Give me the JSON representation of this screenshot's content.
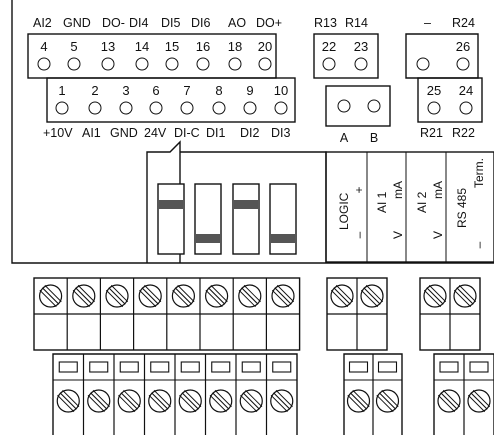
{
  "top_header_left": {
    "signal_labels": [
      "AI2",
      "GND",
      "DO-",
      "DI4",
      "DI5",
      "DI6",
      "AO",
      "DO+"
    ],
    "terminal_numbers": [
      "4",
      "5",
      "13",
      "14",
      "15",
      "16",
      "18",
      "20"
    ]
  },
  "top_header_relay_left": {
    "signal_labels": [
      "R13",
      "R14"
    ],
    "terminal_numbers": [
      "22",
      "23"
    ]
  },
  "top_header_relay_right": {
    "signal_labels": [
      "–",
      "R24"
    ],
    "terminal_numbers": [
      "26"
    ]
  },
  "lower_header_left": {
    "terminal_numbers": [
      "1",
      "2",
      "3",
      "6",
      "7",
      "8",
      "9",
      "10"
    ],
    "signal_labels": [
      "+10V",
      "AI1",
      "GND",
      "24V",
      "DI-C",
      "DI1",
      "DI2",
      "DI3"
    ]
  },
  "rs485_header": {
    "signal_labels": [
      "A",
      "B"
    ]
  },
  "relay_lower_header": {
    "terminal_numbers": [
      "25",
      "24"
    ],
    "signal_labels": [
      "R21",
      "R22"
    ]
  },
  "dip_switch_panel": {
    "columns": [
      {
        "title": "LOGIC",
        "options": [
          "–",
          "+"
        ]
      },
      {
        "title": "AI 1",
        "options": [
          "V",
          "mA"
        ]
      },
      {
        "title": "AI 2",
        "options": [
          "V",
          "mA"
        ]
      },
      {
        "title": "RS 485",
        "options": [
          "–",
          "Term."
        ]
      }
    ],
    "switch_positions": [
      "up",
      "down",
      "up",
      "down"
    ]
  },
  "screw_block_counts": {
    "upper": [
      8,
      2,
      2
    ],
    "lower": [
      8,
      2,
      2
    ]
  }
}
